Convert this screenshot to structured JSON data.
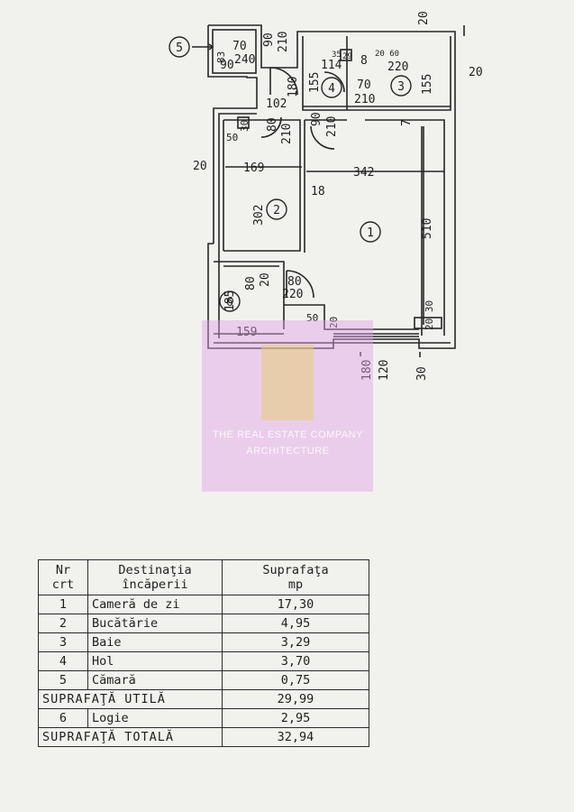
{
  "plan": {
    "room_numbers": [
      "1",
      "2",
      "3",
      "4",
      "5",
      "6"
    ],
    "dimensions": {
      "d20_top": "20",
      "d20_right": "20",
      "d20_left": "20",
      "d70_240_a": "70",
      "d70_240_b": "240",
      "d90_210_a": "90",
      "d90_210_b": "210",
      "d83": "83",
      "d90_small": "90",
      "d180": "180",
      "d155_hall": "155",
      "d114": "114",
      "d35": "35",
      "d29": "29",
      "d8": "8",
      "d20_60": "20 60",
      "d220_bath": "220",
      "d155_bath": "155",
      "d70_210_a": "70",
      "d70_210_b": "210",
      "d102": "102",
      "d30_k": "30",
      "d50_k": "50",
      "d80_210_a": "80",
      "d80_210_b": "210",
      "d90_210b_a": "90",
      "d90_210b_b": "210",
      "d7": "7",
      "d169": "169",
      "d342": "342",
      "d18": "18",
      "d302": "302",
      "d510": "510",
      "d80_6": "80",
      "d20_6": "20",
      "d80_220_a": "80",
      "d80_220_b": "220",
      "d185": "185",
      "d159": "159",
      "d50_bot": "50",
      "d20_bot": "20",
      "d20_30": "20 30",
      "d180_bot": "180",
      "d120_bot": "120",
      "d30_bot": "30"
    }
  },
  "watermark": {
    "line1": "THE REAL ESTATE COMPANY",
    "line2": "ARCHITECTURE"
  },
  "table": {
    "header": {
      "nr": "Nr",
      "crt": "crt",
      "dest1": "Destinaţia",
      "dest2": "încăperii",
      "area1": "Suprafaţa",
      "area2": "mp"
    },
    "rows": [
      {
        "nr": "1",
        "name": "Cameră de zi",
        "area": "17,30"
      },
      {
        "nr": "2",
        "name": "Bucătărie",
        "area": "4,95"
      },
      {
        "nr": "3",
        "name": "Baie",
        "area": "3,29"
      },
      {
        "nr": "4",
        "name": "Hol",
        "area": "3,70"
      },
      {
        "nr": "5",
        "name": "Cămară",
        "area": "0,75"
      }
    ],
    "useful_label": "SUPRAFAŢĂ UTILĂ",
    "useful_value": "29,99",
    "loggia": {
      "nr": "6",
      "name": "Logie",
      "area": "2,95"
    },
    "total_label": "SUPRAFAŢĂ TOTALĂ",
    "total_value": "32,94"
  }
}
